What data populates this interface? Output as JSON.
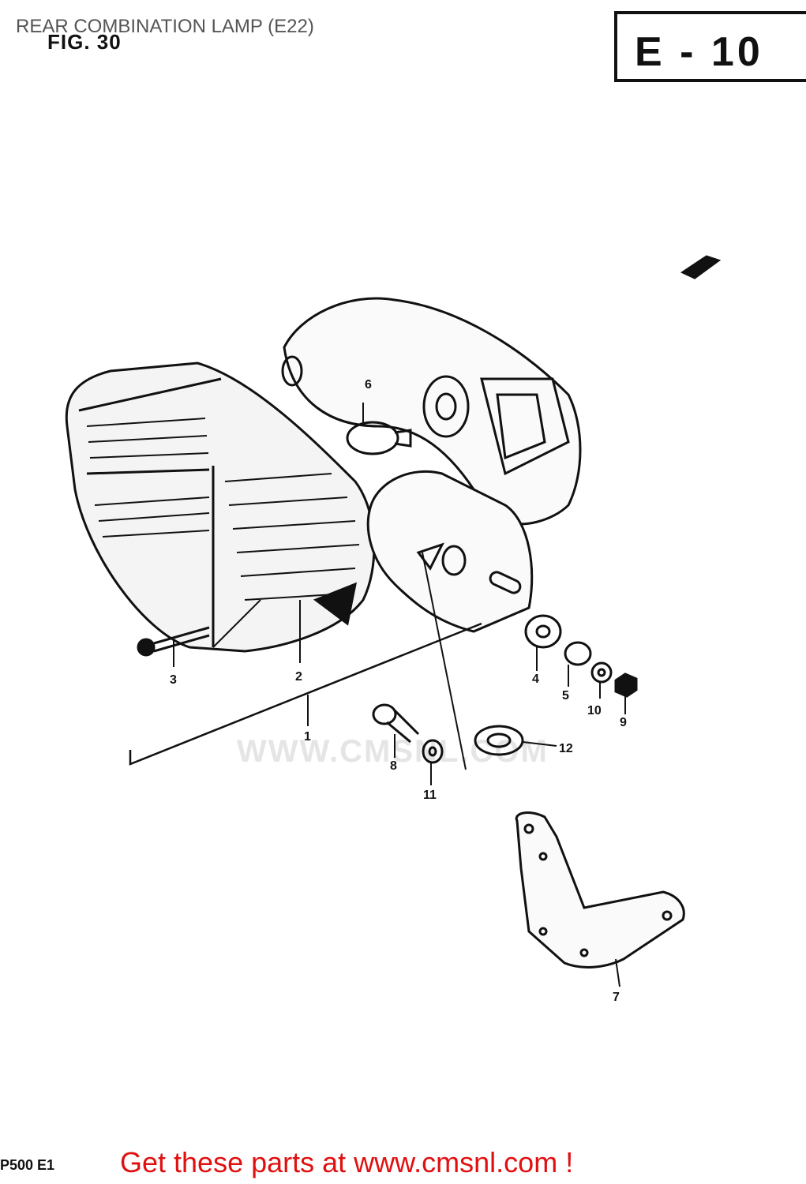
{
  "page_title": "REAR COMBINATION LAMP (E22)",
  "figure_label": "FIG. 30",
  "section_code": "E - 10",
  "footer_code": "P500 E1",
  "banner_text": "Get these parts at www.cmsnl.com !",
  "watermark_text": "WWW.CMSNL.COM",
  "callouts": [
    "1",
    "2",
    "3",
    "4",
    "5",
    "6",
    "7",
    "8",
    "9",
    "10",
    "11",
    "12"
  ]
}
